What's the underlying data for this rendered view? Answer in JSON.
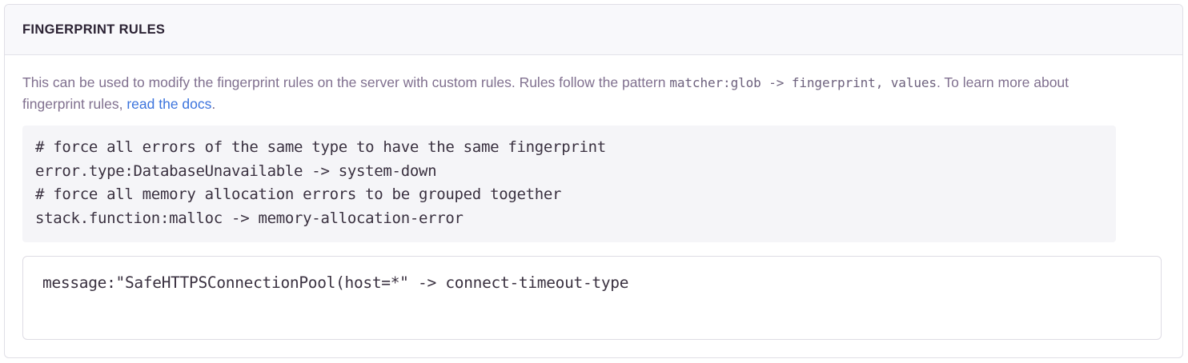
{
  "panel": {
    "title": "FINGERPRINT RULES",
    "description": {
      "text_before_code": "This can be used to modify the fingerprint rules on the server with custom rules. Rules follow the pattern ",
      "inline_code": "matcher:glob -> fingerprint, values",
      "text_after_code": ". To learn more about fingerprint rules, ",
      "link_label": "read the docs",
      "text_after_link": "."
    },
    "example_code": "# force all errors of the same type to have the same fingerprint\nerror.type:DatabaseUnavailable -> system-down\n# force all memory allocation errors to be grouped together\nstack.function:malloc -> memory-allocation-error",
    "rules_input": {
      "value": "message:\"SafeHTTPSConnectionPool(host=*\" -> connect-timeout-type",
      "placeholder": "matcher:glob -> fingerprint, values"
    }
  },
  "colors": {
    "link": "#3c74dd",
    "heading": "#2b2233",
    "body_text": "#80708f",
    "code_bg": "#f5f5f8",
    "panel_header_bg": "#f8f8fb",
    "panel_border": "#e0dfe6"
  }
}
